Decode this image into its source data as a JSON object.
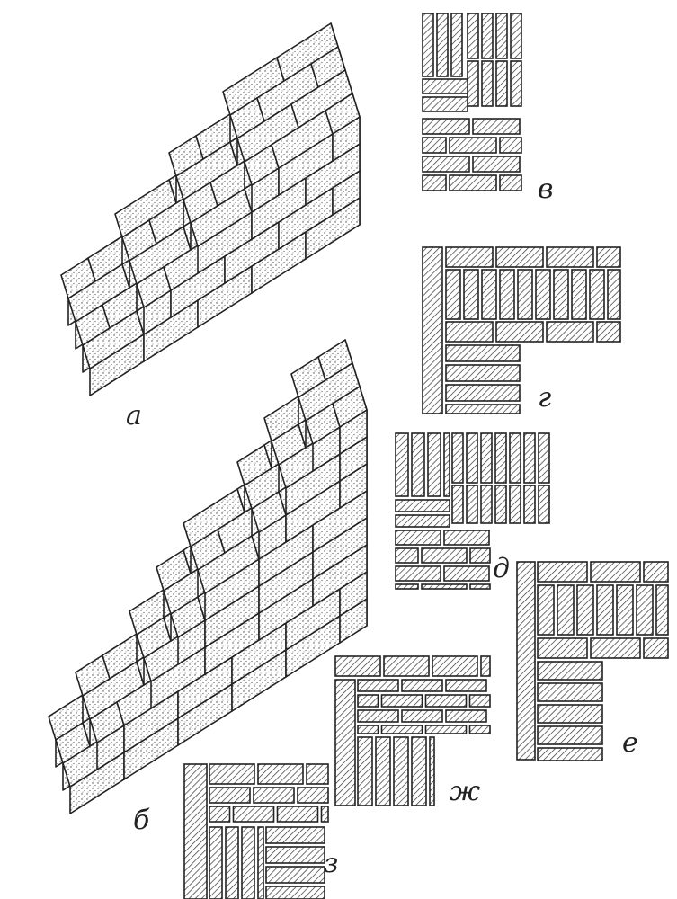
{
  "figure_labels": {
    "a": "а",
    "b": "б",
    "v": "в",
    "g": "г",
    "d": "д",
    "e": "е",
    "zh": "ж",
    "z": "з"
  },
  "colors": {
    "ink": "#222222",
    "paper": "#ffffff"
  }
}
